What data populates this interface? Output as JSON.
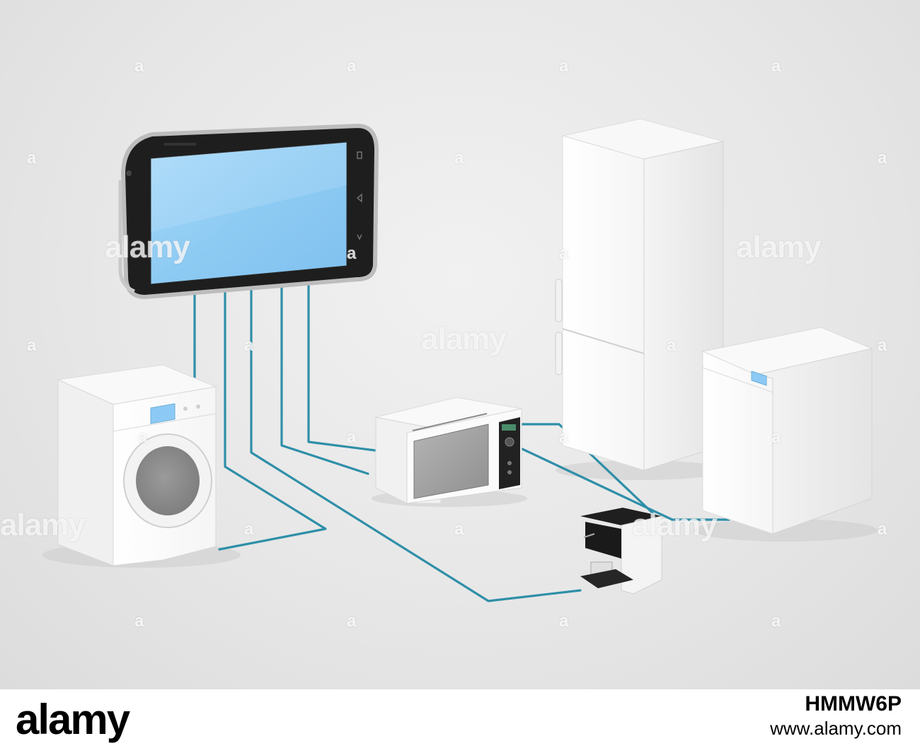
{
  "watermark": {
    "word": "alamy",
    "letter": "a"
  },
  "footer": {
    "logo": "alamy",
    "stock_id": "HMMW6P",
    "url": "www.alamy.com"
  },
  "colors": {
    "cable": "#2f8fa8",
    "screen": "#8ccaf5",
    "appliance": "#ffffff"
  }
}
